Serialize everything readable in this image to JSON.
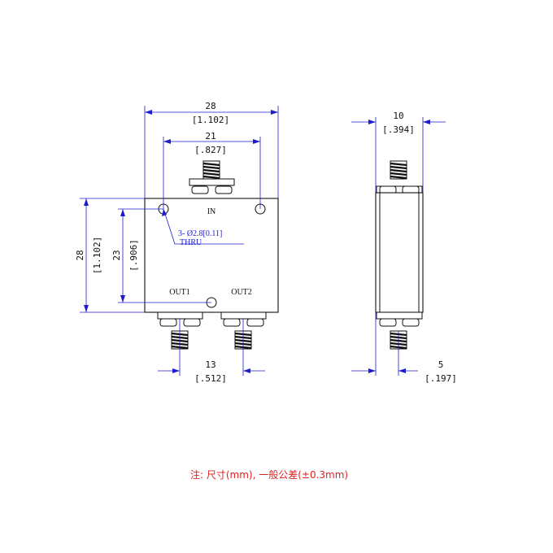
{
  "front_view": {
    "width_total": {
      "value": "28",
      "inch": "[1.102]"
    },
    "hole_span": {
      "value": "21",
      "inch": "[.827]"
    },
    "height_total": {
      "value": "28",
      "inch": "[1.102]"
    },
    "hole_height": {
      "value": "23",
      "inch": "[.906]"
    },
    "output_spacing": {
      "value": "13",
      "inch": "[.512]"
    },
    "port_in": "IN",
    "port_out1": "OUT1",
    "port_out2": "OUT2",
    "hole_note_line1": "3- Ø2.8[0.11]",
    "hole_note_line2": "THRU"
  },
  "side_view": {
    "thickness": {
      "value": "10",
      "inch": "[.394]"
    },
    "offset": {
      "value": "5",
      "inch": "[.197]"
    }
  },
  "footnote": "注: 尺寸(mm), 一般公差(±0.3mm)",
  "colors": {
    "dimension": "#1d1dcc",
    "outline": "#111111",
    "note": "#e02020"
  }
}
